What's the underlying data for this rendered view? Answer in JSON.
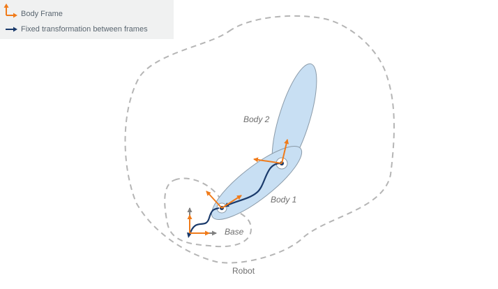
{
  "legend": {
    "body_frame": "Body Frame",
    "fixed_transformation": "Fixed transformation between frames"
  },
  "labels": {
    "body2": "Body 2",
    "body1": "Body 1",
    "base": "Base",
    "robot": "Robot"
  },
  "colors": {
    "frame_arrow": "#f07b1a",
    "transform_arrow": "#1a3a6b",
    "body_fill": "#c8dff3",
    "body_stroke": "#8a9aa8",
    "dashed_outline": "#b5b5b5",
    "base_axes": "#808080"
  }
}
